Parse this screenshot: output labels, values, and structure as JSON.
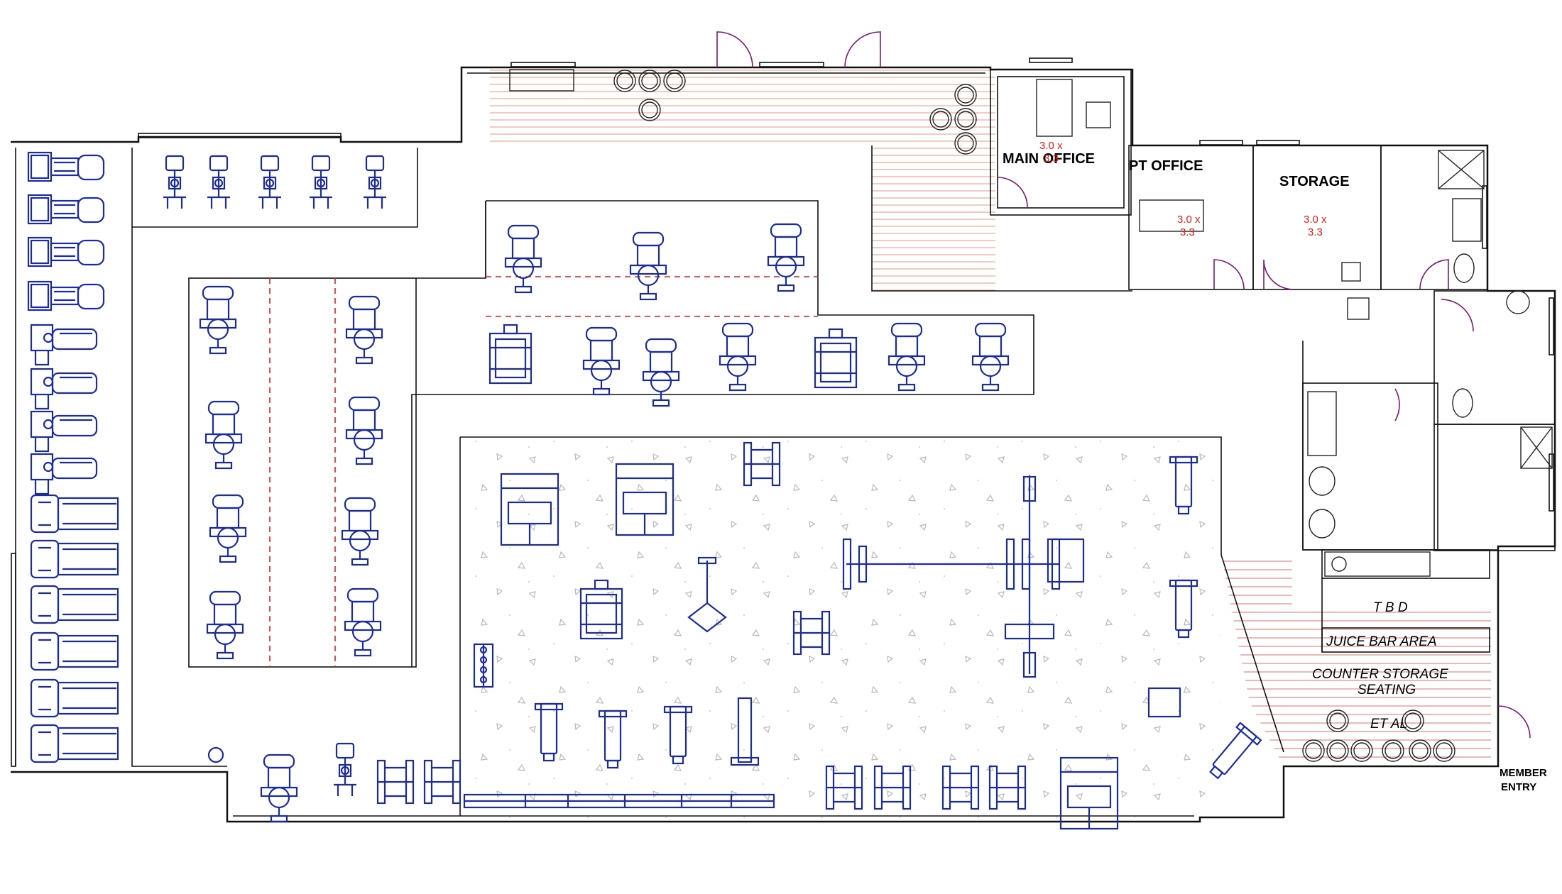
{
  "rooms": {
    "main_office": {
      "label": "MAIN OFFICE",
      "size_line1": "3.0 x",
      "size_line2": "3.3"
    },
    "pt_office": {
      "label": "PT OFFICE",
      "size_line1": "3.0 x",
      "size_line2": "3.3"
    },
    "storage": {
      "label": "STORAGE",
      "size_line1": "3.0 x",
      "size_line2": "3.3"
    }
  },
  "juice_bar": {
    "tbd": "T B D",
    "area": "JUICE BAR  AREA",
    "line1": "COUNTER STORAGE",
    "line2": "SEATING",
    "line3": "ET AL"
  },
  "entry": {
    "line1": "MEMBER",
    "line2": "ENTRY"
  },
  "colors": {
    "walls": "#111111",
    "equipment": "#1c2c9c",
    "zone_dashes": "#e02020",
    "decking": "#e59a7c",
    "doors": "#7a1a7a"
  }
}
